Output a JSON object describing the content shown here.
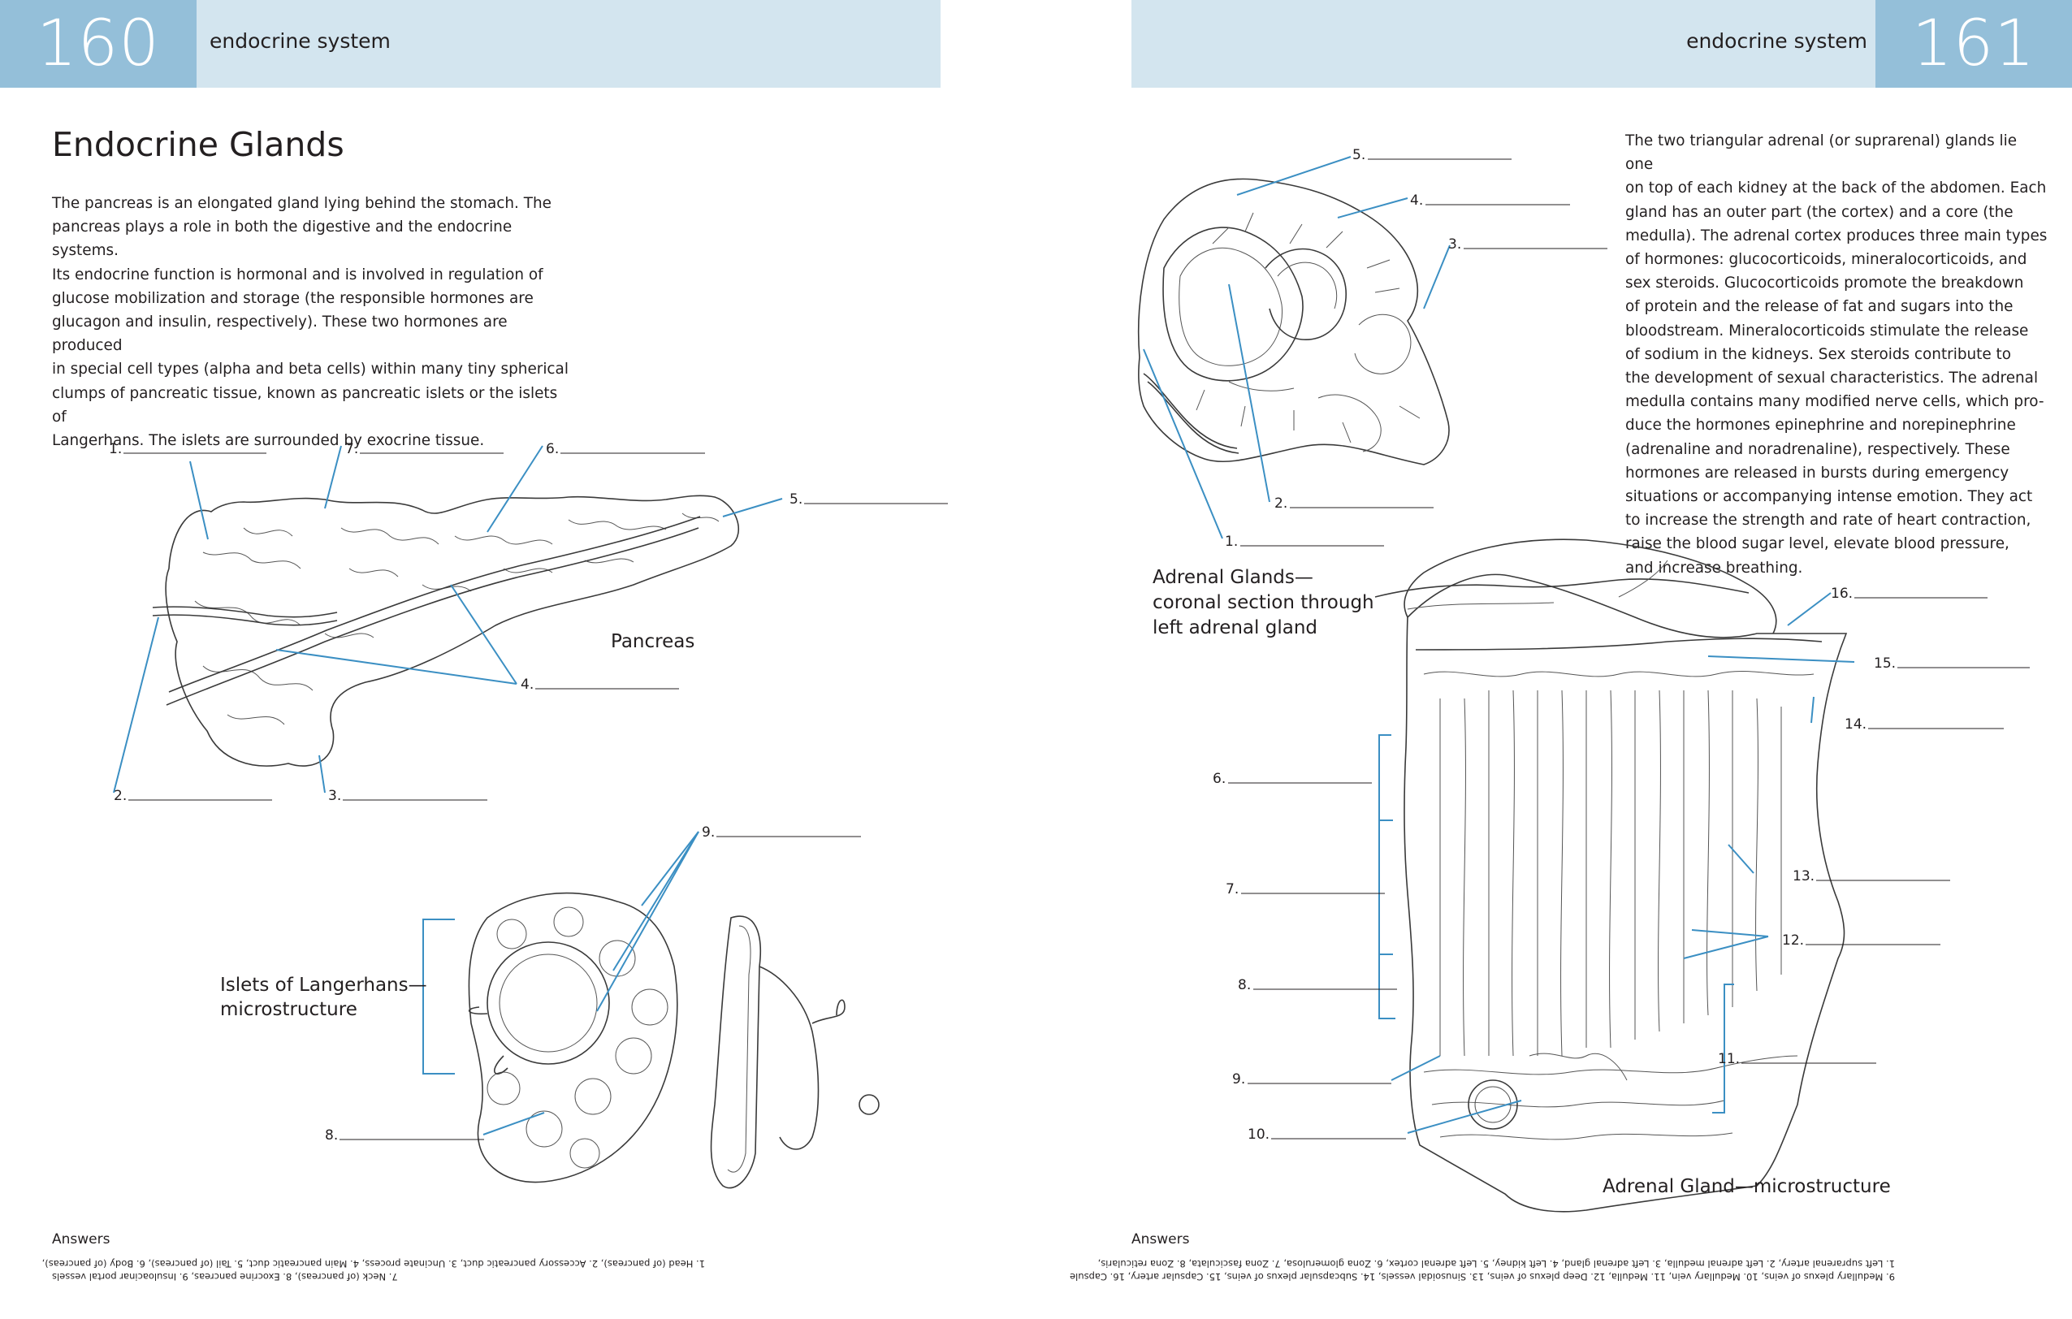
{
  "left_page": {
    "page_number": "160",
    "chapter": "endocrine system",
    "title": "Endocrine Glands",
    "intro_lines": [
      "The pancreas is an elongated gland lying behind the stomach. The",
      "pancreas plays a role in both the digestive and the endocrine systems.",
      "Its endocrine function is hormonal and is involved in regulation of",
      "glucose mobilization and storage (the responsible hormones are",
      "glucagon and insulin, respectively). These two hormones are produced",
      "in special cell types (alpha and beta cells) within many tiny spherical",
      "clumps of pancreatic tissue, known as pancreatic islets or the islets of",
      "Langerhans. The islets are surrounded by exocrine tissue."
    ],
    "pancreas_caption": "Pancreas",
    "islets_caption_1": "Islets of Langerhans—",
    "islets_caption_2": "microstructure",
    "labels": {
      "l1": "1.",
      "l2": "2.",
      "l3": "3.",
      "l4": "4.",
      "l5": "5.",
      "l6": "6.",
      "l7": "7.",
      "l8": "8.",
      "l9": "9."
    },
    "answers_heading": "Answers",
    "answers_line_1": "1. Head (of pancreas), 2. Accessory pancreatic duct, 3. Uncinate process, 4. Main pancreatic duct, 5. Tail (of pancreas), 6. Body (of pancreas),",
    "answers_line_2": "7. Neck (of pancreas), 8. Exocrine pancreas, 9. Insuloacinar portal vessels"
  },
  "right_page": {
    "page_number": "161",
    "chapter": "endocrine system",
    "intro_lines": [
      "The two triangular adrenal (or suprarenal) glands lie one",
      "on top of each kidney at the back of the abdomen. Each",
      "gland has an outer part (the cortex) and a core (the",
      "medulla). The adrenal cortex produces three main types",
      "of hormones: glucocorticoids, mineralocorticoids, and",
      "sex steroids. Glucocorticoids promote the breakdown",
      "of protein and the release of fat and sugars into the",
      "bloodstream. Mineralocorticoids stimulate the release",
      "of sodium in the kidneys. Sex steroids contribute to",
      "the development of sexual characteristics. The adrenal",
      "medulla contains many modified nerve cells, which pro-",
      "duce the hormones epinephrine and norepinephrine",
      "(adrenaline and noradrenaline), respectively. These",
      "hormones are released in bursts during emergency",
      "situations or accompanying intense emotion. They act",
      "to increase the strength and rate of heart contraction,",
      "raise the blood sugar level, elevate blood pressure,",
      "and increase breathing."
    ],
    "coronal_caption_1": "Adrenal Glands—",
    "coronal_caption_2": "coronal section through",
    "coronal_caption_3": "left adrenal gland",
    "micro_caption": "Adrenal Gland—microstructure",
    "labels": {
      "r1": "1.",
      "r2": "2.",
      "r3": "3.",
      "r4": "4.",
      "r5": "5.",
      "r6": "6.",
      "r7": "7.",
      "r8": "8.",
      "r9": "9.",
      "r10": "10.",
      "r11": "11.",
      "r12": "12.",
      "r13": "13.",
      "r14": "14.",
      "r15": "15.",
      "r16": "16."
    },
    "answers_heading": "Answers",
    "answers_line_1": "1. Left suprarenal artery, 2. Left adrenal medulla, 3. Left adrenal gland, 4. Left kidney, 5. Left adrenal cortex, 6. Zona glomerulosa, 7. Zona fasciculata, 8. Zona reticularis,",
    "answers_line_2": "9. Medullary plexus of veins, 10. Medullary vein, 11. Medulla, 12. Deep plexus of veins, 13. Sinusoidal vessels, 14. Subcapsular plexus of veins, 15. Capsular artery, 16. Capsule"
  },
  "colors": {
    "header_light": "#d3e5ef",
    "header_dark": "#94bfd9",
    "leader_line": "#3b8fc3",
    "text": "#231f20"
  }
}
